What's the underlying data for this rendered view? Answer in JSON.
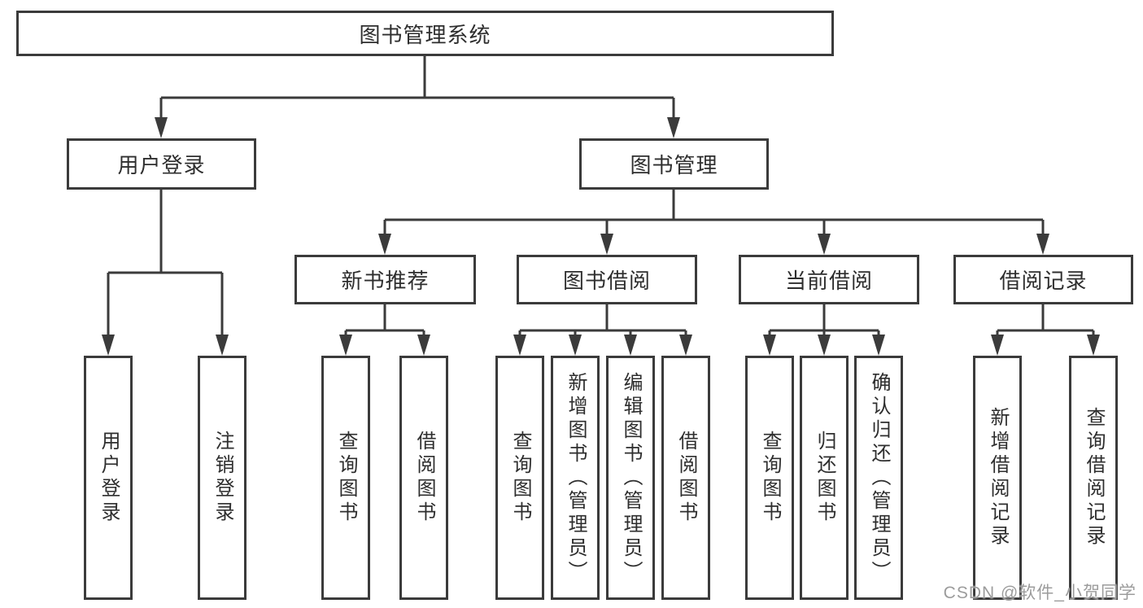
{
  "diagram_type": "hierarchy-tree",
  "tree": {
    "label": "图书管理系统",
    "children": [
      {
        "label": "用户登录",
        "children": [
          {
            "label": "用户登录"
          },
          {
            "label": "注销登录"
          }
        ]
      },
      {
        "label": "图书管理",
        "children": [
          {
            "label": "新书推荐",
            "children": [
              {
                "label": "查询图书"
              },
              {
                "label": "借阅图书"
              }
            ]
          },
          {
            "label": "图书借阅",
            "children": [
              {
                "label": "查询图书"
              },
              {
                "label": "新增图书（管理员）"
              },
              {
                "label": "编辑图书（管理员）"
              },
              {
                "label": "借阅图书"
              }
            ]
          },
          {
            "label": "当前借阅",
            "children": [
              {
                "label": "查询图书"
              },
              {
                "label": "归还图书"
              },
              {
                "label": "确认归还（管理员）"
              }
            ]
          },
          {
            "label": "借阅记录",
            "children": [
              {
                "label": "新增借阅记录"
              },
              {
                "label": "查询借阅记录"
              }
            ]
          }
        ]
      }
    ]
  },
  "watermark": {
    "text": "CSDN @软件_小贺同学"
  },
  "colors": {
    "line": "#3b3b3b",
    "box_border": "#3b3b3b",
    "box_fill": "#ffffff",
    "text": "#2e2e2e",
    "watermark": "#9c9c9c",
    "background": "#ffffff"
  }
}
